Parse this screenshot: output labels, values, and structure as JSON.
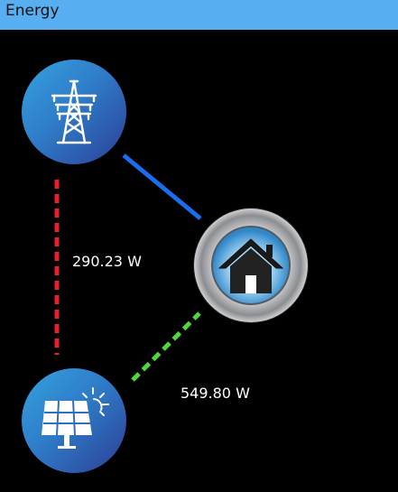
{
  "window": {
    "title": "Energy"
  },
  "flows": {
    "grid_solar": {
      "value": "290.23 W",
      "color": "#e8202a",
      "style": "dashed"
    },
    "solar_home": {
      "value": "549.80 W",
      "color": "#4fd63a",
      "style": "dashed"
    },
    "grid_home": {
      "color": "#1b6df0",
      "style": "solid"
    }
  },
  "nodes": {
    "grid": {
      "icon": "power-tower-icon"
    },
    "solar": {
      "icon": "solar-panel-sun-icon"
    },
    "home": {
      "icon": "house-icon"
    }
  },
  "colors": {
    "title_bar": "#57aef0",
    "background": "#000000",
    "node_gradient_start": "#34a3e0",
    "node_gradient_end": "#2b3f96"
  }
}
